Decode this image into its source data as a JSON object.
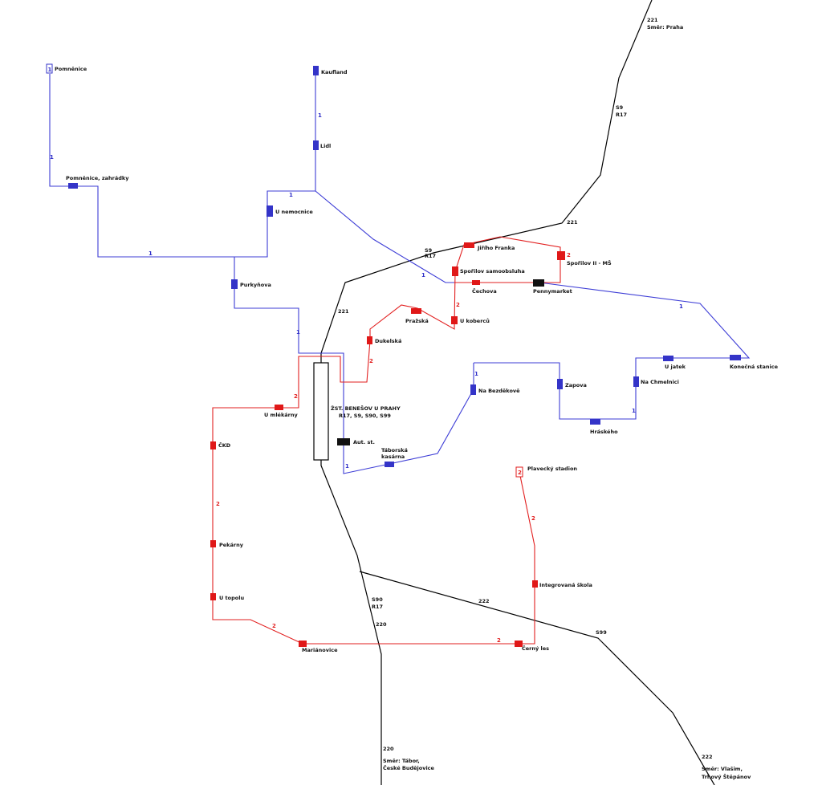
{
  "colors": {
    "line1": "#3d3dd6",
    "line2": "#e21f1f",
    "rail": "#000000",
    "stop_blue": "#3434c8",
    "stop_red": "#e01818",
    "stop_black": "#111111"
  },
  "line_labels": {
    "line1": "1",
    "line2": "2"
  },
  "terminals": {
    "line1": "1",
    "line2": "2"
  },
  "station": {
    "name": "ŽST. BENEŠOV U PRAHY",
    "lines": "R17, S9, S90, S99"
  },
  "rail_labels": {
    "praha_number": "221",
    "praha_direction": "Směr: Praha",
    "s9": "S9",
    "r17": "R17",
    "n221": "221",
    "s9_b": "S9",
    "r17_b": "R17",
    "n221_b": "221",
    "s90": "S90",
    "r17_c": "R17",
    "n220": "220",
    "n222": "222",
    "s99": "S99",
    "tabor_number": "220",
    "tabor_direction_1": "Směr: Tábor,",
    "tabor_direction_2": "České Budějovice",
    "vlasim_number": "222",
    "vlasim_direction_1": "Směr: Vlašim,",
    "vlasim_direction_2": "Trhový Štěpánov"
  },
  "stops": {
    "pomnenice": "Pomněnice",
    "pomnenice_zahradky": "Pomněnice, zahrádky",
    "kaufland": "Kaufland",
    "lidl": "Lidl",
    "u_nemocnice": "U nemocnice",
    "purkynova": "Purkyňova",
    "jiriho_franka": "Jiřího Franka",
    "sporilov_ii_ms": "Spořilov II - MŠ",
    "sporilov_samoobsluha": "Spořilov samoobsluha",
    "cechova": "Čechova",
    "pennymarket": "Pennymarket",
    "prazska": "Pražská",
    "u_kobercu": "U koberců",
    "dukelska": "Dukelská",
    "konecna_stanice": "Konečná stanice",
    "u_jatek": "U jatek",
    "na_chmelnici": "Na Chmelnici",
    "na_bezdekove": "Na Bezděkově",
    "zapova": "Zapova",
    "hraskeho": "Hráského",
    "u_mlekarny": "U mlékárny",
    "aut_st": "Aut. st.",
    "taborska_kasarna_1": "Táborská",
    "taborska_kasarna_2": "kasárna",
    "ckd": "ČKD",
    "plavecky_stadion": "Plavecký stadion",
    "pekarny": "Pekárny",
    "integrovana_skola": "Integrovaná škola",
    "u_topolu": "U topolu",
    "marianovice": "Mariánovice",
    "cerny_les": "Černý les"
  }
}
